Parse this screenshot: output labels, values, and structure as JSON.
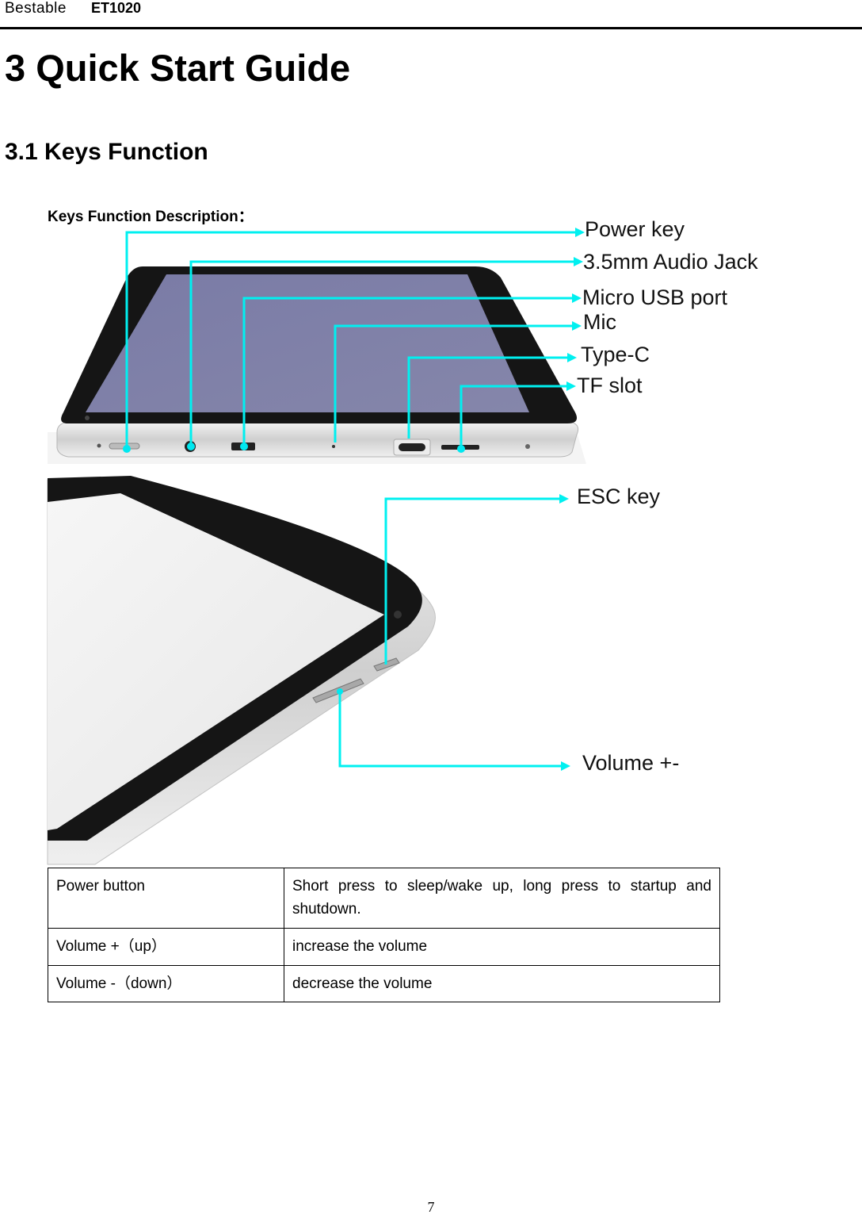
{
  "header": {
    "brand": "Bestable",
    "model": "ET1020"
  },
  "title": "3 Quick Start Guide",
  "section": {
    "title": "3.1 Keys Function",
    "description": "Keys Function Description："
  },
  "callouts": {
    "power_key": "Power key",
    "audio_jack": "3.5mm Audio Jack",
    "micro_usb": "Micro USB port",
    "mic": "Mic",
    "type_c": "Type-C",
    "tf_slot": "TF slot",
    "esc_key": "ESC key",
    "volume": "Volume +-"
  },
  "colors": {
    "callout_line": "#00f0f0",
    "bezel": "#1a1a1a",
    "screen_top": "#7b7ca6",
    "screen_side": "#f3f3f3",
    "body": "#d9d9d9"
  },
  "table": {
    "rows": [
      {
        "key": "Power button",
        "desc": "Short press to sleep/wake up, long press to startup and shutdown."
      },
      {
        "key": "Volume +（up）",
        "desc": "increase the volume"
      },
      {
        "key": "Volume -（down）",
        "desc": "decrease the volume"
      }
    ]
  },
  "page_number": "7"
}
